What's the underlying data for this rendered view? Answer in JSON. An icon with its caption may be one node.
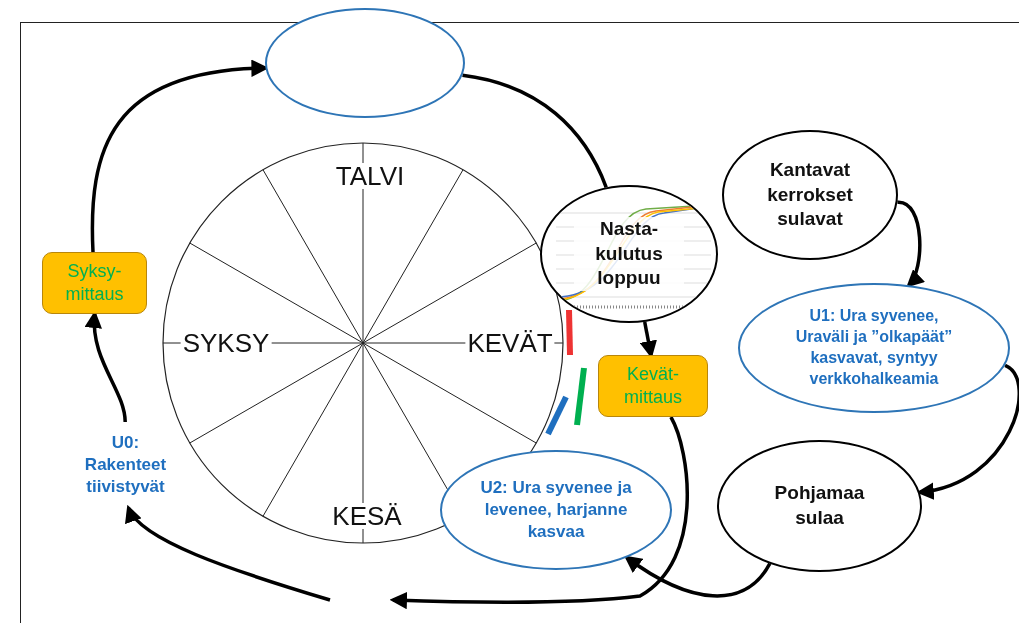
{
  "diagram": {
    "nodes": [
      {
        "text": [],
        "shape": "ellipse"
      },
      {
        "text": [
          "Nasta-kulutus loppuu"
        ]
      },
      {
        "text": [
          "Kantavat kerrokset sulavat"
        ]
      },
      {
        "text": [
          "U1: Ura syvenee, Uraväli ja ”olkapäät” kasvavat, syntyy verkkohalkeamia"
        ]
      },
      {
        "text": [
          "Pohjamaa sulaa"
        ]
      },
      {
        "text": [
          "U2: Ura syvenee ja levenee, harjanne kasvaa"
        ]
      },
      {
        "text": [
          "Kevät-mittaus"
        ]
      },
      {
        "text": [
          "Syksy-mittaus"
        ]
      },
      {
        "text": [
          "U0: Rakenteet tiivistyvät"
        ]
      }
    ],
    "edges": [
      {
        "from": 8,
        "to": 7,
        "arrow": "to"
      },
      {
        "from": 7,
        "to": 0,
        "arrow": "to"
      },
      {
        "from": 0,
        "to": 1,
        "arrow": "none"
      },
      {
        "from": 2,
        "to": 3,
        "arrow": "to"
      },
      {
        "from": 3,
        "to": 4,
        "arrow": "to"
      },
      {
        "from": 4,
        "to": 5,
        "arrow": "to"
      },
      {
        "from": 1,
        "to": 6,
        "arrow": "to"
      },
      {
        "from": 6,
        "to": null,
        "arrow": "to"
      },
      {
        "from": null,
        "to": 8,
        "arrow": "to"
      }
    ],
    "labels": [
      "TALVI",
      "SYKSY",
      "KEVÄT",
      "KESÄ"
    ]
  }
}
